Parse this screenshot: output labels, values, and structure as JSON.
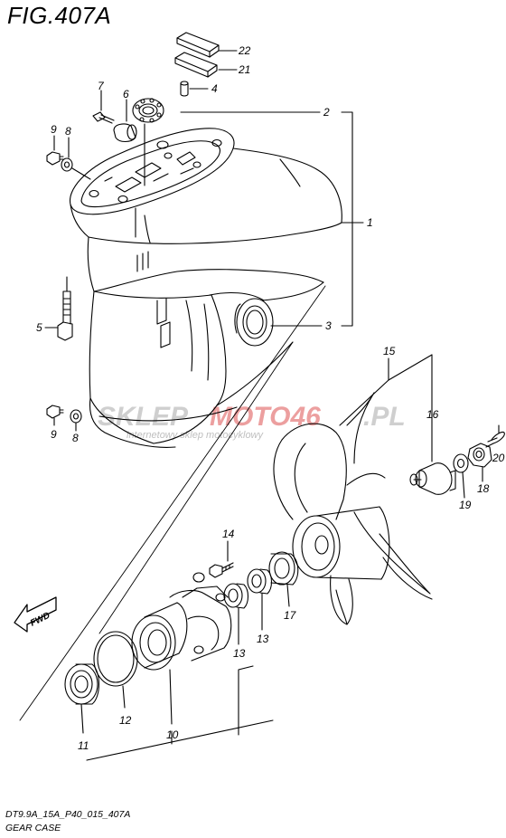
{
  "figure": {
    "title": "FIG.407A",
    "code": "DT9.9A_15A_P40_015_407A",
    "subtitle": "GEAR CASE"
  },
  "watermark": {
    "brand_part1": "SKLEP",
    "brand_part2": "MOTO46",
    "brand_part3": ".PL",
    "tagline": "internetowy sklep motocyklowy",
    "colors": {
      "gray": "#c8c8c8",
      "red": "#e8a0a0"
    }
  },
  "direction": {
    "label": "FWD"
  },
  "callouts": [
    {
      "id": "c22",
      "text": "22"
    },
    {
      "id": "c21",
      "text": "21"
    },
    {
      "id": "c7",
      "text": "7"
    },
    {
      "id": "c6",
      "text": "6"
    },
    {
      "id": "c4",
      "text": "4"
    },
    {
      "id": "c9a",
      "text": "9"
    },
    {
      "id": "c8a",
      "text": "8"
    },
    {
      "id": "c2",
      "text": "2"
    },
    {
      "id": "c1",
      "text": "1"
    },
    {
      "id": "c5",
      "text": "5"
    },
    {
      "id": "c3",
      "text": "3"
    },
    {
      "id": "c9b",
      "text": "9"
    },
    {
      "id": "c8b",
      "text": "8"
    },
    {
      "id": "c15",
      "text": "15"
    },
    {
      "id": "c16",
      "text": "16"
    },
    {
      "id": "c20",
      "text": "20"
    },
    {
      "id": "c18",
      "text": "18"
    },
    {
      "id": "c19",
      "text": "19"
    },
    {
      "id": "c14",
      "text": "14"
    },
    {
      "id": "c17",
      "text": "17"
    },
    {
      "id": "c13a",
      "text": "13"
    },
    {
      "id": "c13b",
      "text": "13"
    },
    {
      "id": "c11",
      "text": "11"
    },
    {
      "id": "c12",
      "text": "12"
    },
    {
      "id": "c10",
      "text": "10"
    }
  ]
}
